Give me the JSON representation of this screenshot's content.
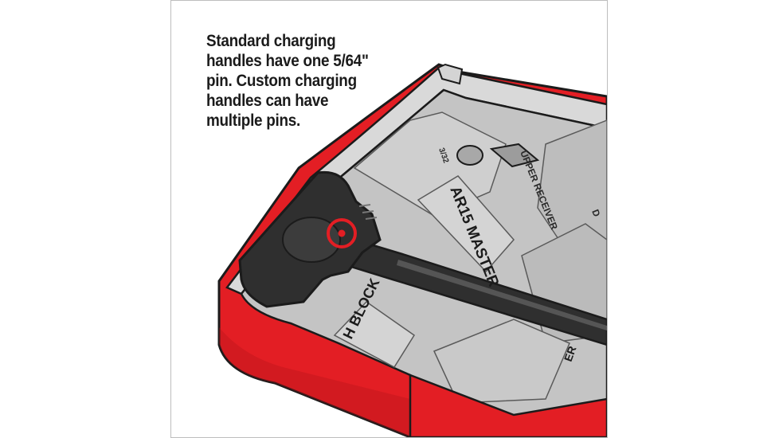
{
  "caption": {
    "lines": [
      "Standard charging",
      "handles have one 5/64\"",
      "pin. Custom charging",
      "handles can have",
      "multiple pins."
    ]
  },
  "case_labels": {
    "small_mark": "3/32",
    "upper_receiver": "UPPER RECEIVER",
    "master": "AR15 MASTER",
    "block": "H BLOCK",
    "right_partial": "ER",
    "right_partial_2": "D"
  },
  "colors": {
    "case_red": "#e31e24",
    "case_red_dark": "#b3141a",
    "tray_gray": "#c4c4c4",
    "tray_gray_light": "#d4d4d4",
    "tray_gray_dark": "#a8a8a8",
    "handle_dark": "#2f2f2f",
    "highlight_ring": "#e31e24",
    "outline": "#1b1b1b"
  },
  "icons": {
    "highlight": "pin-highlight-icon"
  }
}
